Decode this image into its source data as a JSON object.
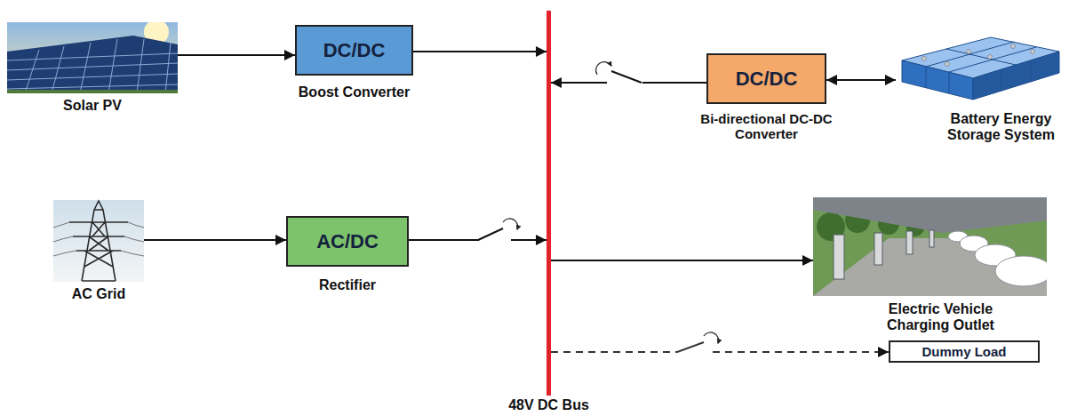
{
  "diagram": {
    "nodes": [
      {
        "text": [
          "Solar PV"
        ]
      },
      {
        "text": [
          "DC/DC",
          "Boost Converter"
        ]
      },
      {
        "text": [
          "48V DC Bus"
        ]
      },
      {
        "text": [
          "DC/DC",
          "Bi-directional DC-DC Converter"
        ]
      },
      {
        "text": [
          "Battery Energy Storage System"
        ]
      },
      {
        "text": [
          "AC Grid"
        ]
      },
      {
        "text": [
          "AC/DC",
          "Rectifier"
        ]
      },
      {
        "text": [
          "Electric Vehicle Charging Outlet"
        ]
      },
      {
        "text": [
          "Dummy Load"
        ]
      }
    ],
    "edges": [
      {
        "from": 0,
        "to": 1,
        "arrow": "to"
      },
      {
        "from": 1,
        "to": 2,
        "arrow": "to"
      },
      {
        "from": 3,
        "to": 2,
        "arrow": "to"
      },
      {
        "from": 3,
        "to": 4,
        "arrow": "both"
      },
      {
        "from": 5,
        "to": 6,
        "arrow": "to"
      },
      {
        "from": 6,
        "to": 2,
        "arrow": "to"
      },
      {
        "from": 2,
        "to": 7,
        "arrow": "to"
      },
      {
        "from": 2,
        "to": 8,
        "arrow": "to"
      }
    ]
  }
}
